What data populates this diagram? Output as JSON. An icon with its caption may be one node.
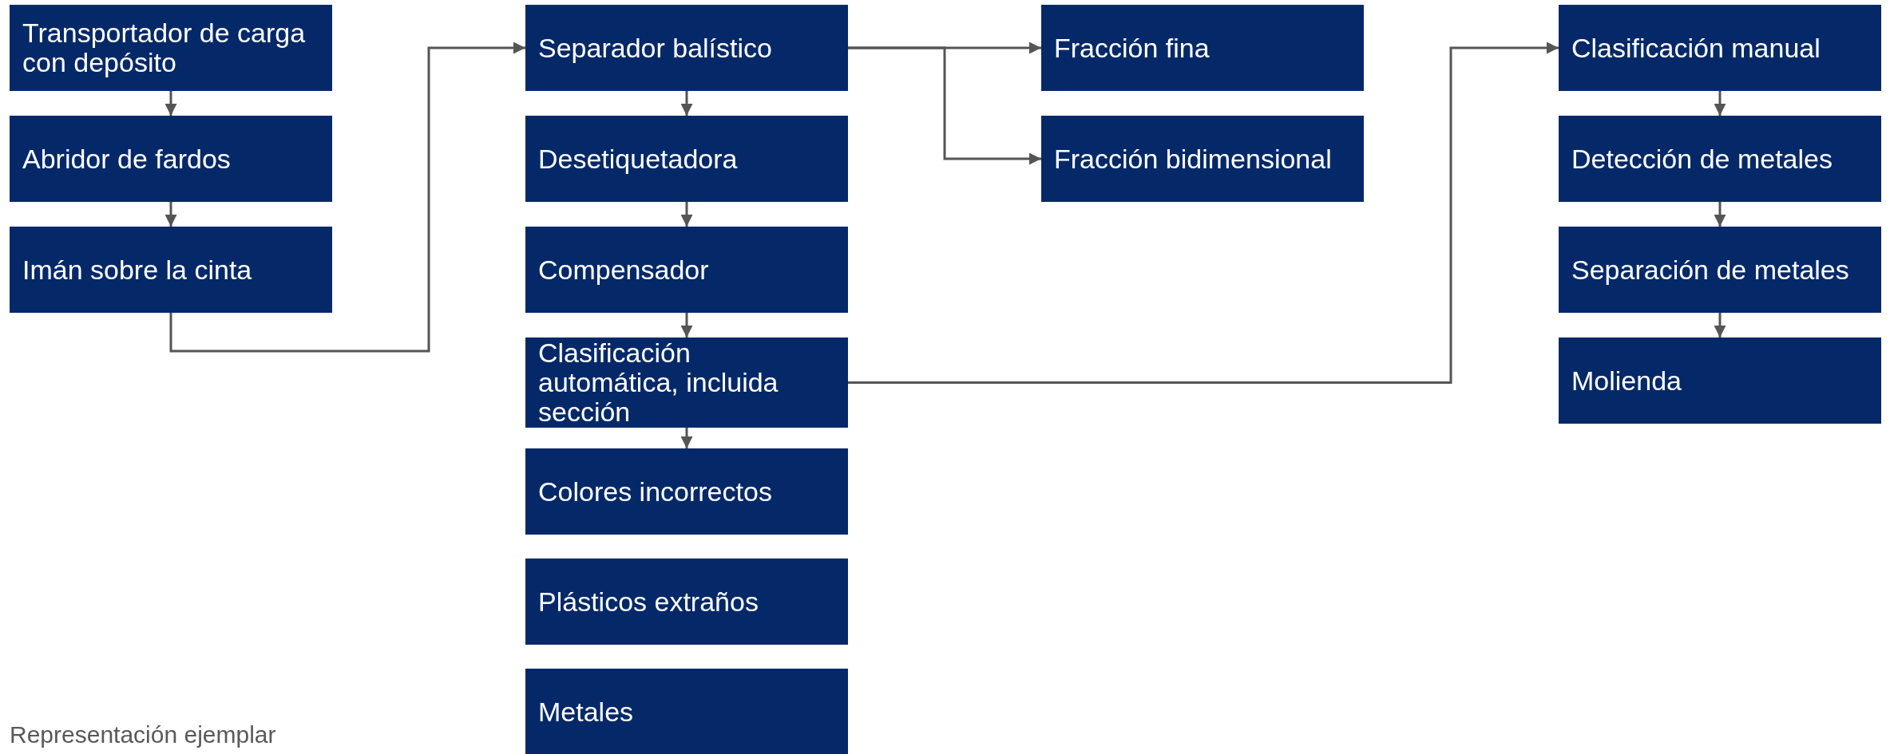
{
  "diagram": {
    "nodes": [
      {
        "text": [
          "Transportador de carga con depósito"
        ]
      },
      {
        "text": [
          "Abridor de fardos"
        ]
      },
      {
        "text": [
          "Imán sobre la cinta"
        ]
      },
      {
        "text": [
          "Separador balístico"
        ]
      },
      {
        "text": [
          "Desetiquetadora"
        ]
      },
      {
        "text": [
          "Compensador"
        ]
      },
      {
        "text": [
          "Clasificación automática, incluida sección"
        ]
      },
      {
        "text": [
          "Colores incorrectos"
        ]
      },
      {
        "text": [
          "Plásticos extraños"
        ]
      },
      {
        "text": [
          "Metales"
        ]
      },
      {
        "text": [
          "Fracción fina"
        ]
      },
      {
        "text": [
          "Fracción bidimensional"
        ]
      },
      {
        "text": [
          "Clasificación manual"
        ]
      },
      {
        "text": [
          "Detección de metales"
        ]
      },
      {
        "text": [
          "Separación de metales"
        ]
      },
      {
        "text": [
          "Molienda"
        ]
      }
    ],
    "edges": [
      {
        "from": 0,
        "to": 1,
        "arrow": "to"
      },
      {
        "from": 1,
        "to": 2,
        "arrow": "to"
      },
      {
        "from": 2,
        "to": 3,
        "arrow": "to"
      },
      {
        "from": 3,
        "to": 4,
        "arrow": "to"
      },
      {
        "from": 4,
        "to": 5,
        "arrow": "to"
      },
      {
        "from": 5,
        "to": 6,
        "arrow": "to"
      },
      {
        "from": 6,
        "to": 7,
        "arrow": "to"
      },
      {
        "from": 3,
        "to": 10,
        "arrow": "to"
      },
      {
        "from": 3,
        "to": 11,
        "arrow": "to"
      },
      {
        "from": 6,
        "to": 12,
        "arrow": "to"
      },
      {
        "from": 12,
        "to": 13,
        "arrow": "to"
      },
      {
        "from": 13,
        "to": 14,
        "arrow": "to"
      },
      {
        "from": 14,
        "to": 15,
        "arrow": "to"
      }
    ],
    "labels": [
      "Representación ejemplar"
    ]
  }
}
